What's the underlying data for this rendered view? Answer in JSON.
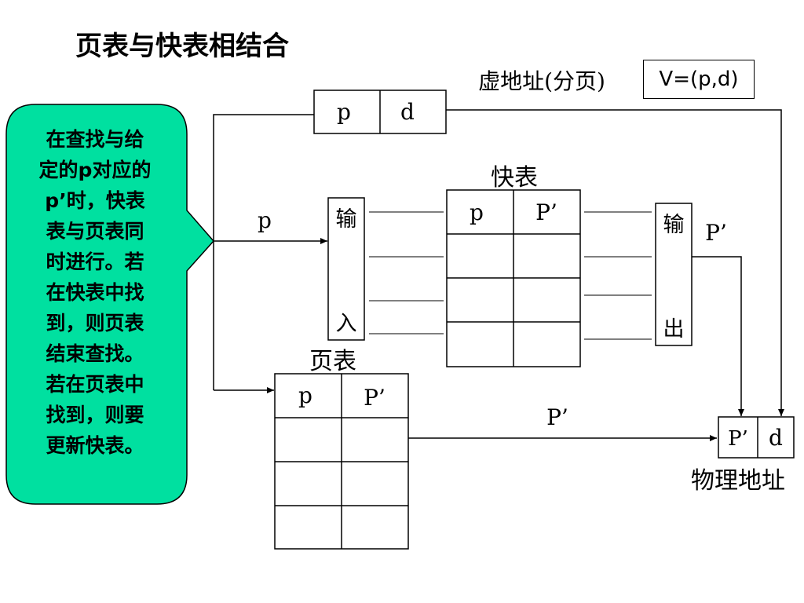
{
  "title": "页表与快表相结合",
  "callout": {
    "lines": [
      "在查找与给",
      "定的p对应的",
      "p’时，快表",
      "表与页表同",
      "时进行。若",
      "在快表中找",
      "到，则页表",
      "结束查找。",
      "若在页表中",
      "找到，则要",
      "更新快表。"
    ],
    "fill_color": "#00e0a0"
  },
  "virtual_address": {
    "label": "虚地址(分页)",
    "formula": "V=(p,d)",
    "fields": [
      "p",
      "d"
    ]
  },
  "tlb": {
    "label": "快表",
    "header": [
      "p",
      "P’"
    ],
    "empty_rows": 3
  },
  "input_box": {
    "top_char": "输",
    "bottom_char": "入"
  },
  "output_box": {
    "top_char": "输",
    "bottom_char": "出"
  },
  "page_table": {
    "label": "页表",
    "header": [
      "p",
      "P’"
    ],
    "empty_rows": 3
  },
  "arrow_labels": {
    "p_in": "p",
    "tlb_out": "P’",
    "page_table_out": "P’"
  },
  "physical_address": {
    "label": "物理地址",
    "fields": [
      "P’",
      "d"
    ]
  }
}
